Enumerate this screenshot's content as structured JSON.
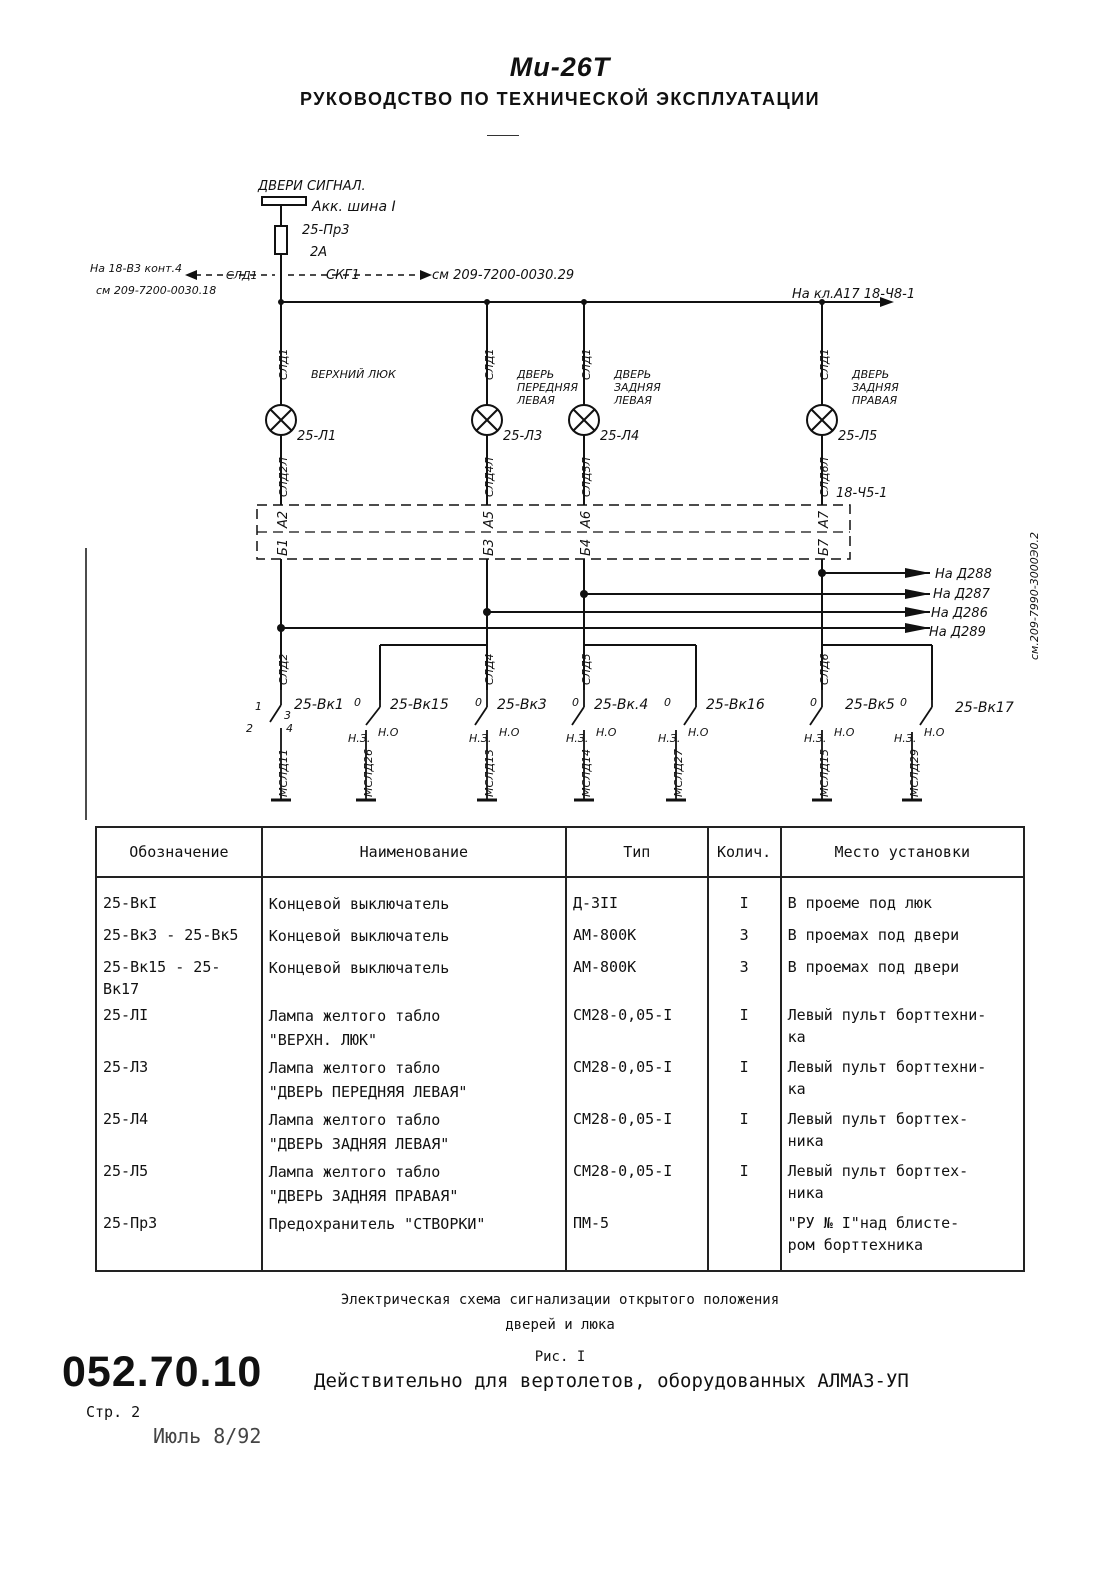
{
  "header": {
    "title": "Ми-26Т",
    "subtitle": "РУКОВОДСТВО ПО ТЕХНИЧЕСКОЙ ЭКСПЛУАТАЦИИ"
  },
  "schematic": {
    "bus_label": "ДВЕРИ СИГНАЛ.",
    "bus_sub": "Акк. шина I",
    "fuse_label": "25-Пр3",
    "fuse_rating": "2А",
    "left_ref_1": "На 18-В3 конт.4",
    "left_ref_2": "см 209-7200-0030.18",
    "wire_sld1": "СЛД1",
    "wire_skg1": "СКГ1",
    "mid_ref": "см 209-7200-0030.29",
    "right_ref": "На кл.А17 18-Ч8-1",
    "lamps": [
      {
        "name": "ВЕРХНИЙ ЛЮК",
        "id": "25-Л1",
        "wire_top": "СЛД1",
        "wire_bot": "СЛД2Л",
        "pin_a": "А2",
        "pin_b": "Б1"
      },
      {
        "name": "ДВЕРЬ ПЕРЕДНЯЯ ЛЕВАЯ",
        "id": "25-Л3",
        "wire_top": "СЛД1",
        "wire_bot": "СЛД4Л",
        "pin_a": "А5",
        "pin_b": "Б3"
      },
      {
        "name": "ДВЕРЬ ЗАДНЯЯ ЛЕВАЯ",
        "id": "25-Л4",
        "wire_top": "СЛД1",
        "wire_bot": "СЛД5Л",
        "pin_a": "А6",
        "pin_b": "Б4"
      },
      {
        "name": "ДВЕРЬ ЗАДНЯЯ ПРАВАЯ",
        "id": "25-Л5",
        "wire_top": "СЛД1",
        "wire_bot": "СЛД6Л",
        "pin_a": "А7",
        "pin_b": "Б7"
      }
    ],
    "connector_label": "18-Ч5-1",
    "outputs": [
      "На Д288",
      "На Д287",
      "На Д286",
      "На Д289"
    ],
    "vertical_ref": "см.209-7990-3000Э0.2",
    "switch_wires": [
      "СЛД2",
      "СЛД4",
      "СЛД5",
      "СЛД6"
    ],
    "switches": [
      {
        "id": "25-Вк1",
        "ground": "МСЛД11"
      },
      {
        "id": "25-Вк15",
        "ground": "МСЛД26"
      },
      {
        "id": "25-Вк3",
        "ground": "МСЛД13"
      },
      {
        "id": "25-Вк.4",
        "ground": "МСЛД14"
      },
      {
        "id": "25-Вк16",
        "ground": "МСЛД27"
      },
      {
        "id": "25-Вк5",
        "ground": "МСЛД15"
      },
      {
        "id": "25-Вк17",
        "ground": "МСЛД29"
      }
    ],
    "nc": "Н.З.",
    "no": "Н.О",
    "contact_0": "0",
    "pins": [
      "1",
      "2",
      "3",
      "4"
    ]
  },
  "table": {
    "headers": [
      "Обозначение",
      "Наименование",
      "Тип",
      "Колич.",
      "Место установки"
    ],
    "rows": [
      {
        "code": "25-ВкI",
        "name": [
          "Концевой выключатель"
        ],
        "type": "Д-3II",
        "qty": "I",
        "place": [
          "В проеме под люк"
        ]
      },
      {
        "code": "25-Вк3 - 25-Вк5",
        "name": [
          "Концевой выключатель"
        ],
        "type": "АМ-800К",
        "qty": "3",
        "place": [
          "В проемах под двери"
        ]
      },
      {
        "code": "25-Вк15 - 25-Вк17",
        "name": [
          "Концевой выключатель"
        ],
        "type": "АМ-800К",
        "qty": "3",
        "place": [
          "В проемах под двери"
        ]
      },
      {
        "code": "25-ЛI",
        "name": [
          "Лампа желтого табло",
          "\"ВЕРХН. ЛЮК\""
        ],
        "type": "СМ28-0,05-I",
        "qty": "I",
        "place": [
          "Левый пульт борттехни-",
          "ка"
        ]
      },
      {
        "code": "25-Л3",
        "name": [
          "Лампа желтого табло",
          "\"ДВЕРЬ ПЕРЕДНЯЯ ЛЕВАЯ\""
        ],
        "type": "СМ28-0,05-I",
        "qty": "I",
        "place": [
          "Левый пульт борттехни-",
          "ка"
        ]
      },
      {
        "code": "25-Л4",
        "name": [
          "Лампа желтого табло",
          "\"ДВЕРЬ ЗАДНЯЯ ЛЕВАЯ\""
        ],
        "type": "СМ28-0,05-I",
        "qty": "I",
        "place": [
          "Левый пульт борттех-",
          "ника"
        ]
      },
      {
        "code": "25-Л5",
        "name": [
          "Лампа желтого табло",
          "\"ДВЕРЬ ЗАДНЯЯ ПРАВАЯ\""
        ],
        "type": "СМ28-0,05-I",
        "qty": "I",
        "place": [
          "Левый пульт борттех-",
          "ника"
        ]
      },
      {
        "code": "25-Пр3",
        "name": [
          "Предохранитель \"СТВОРКИ\""
        ],
        "type": "ПМ-5",
        "qty": "",
        "place": [
          "\"РУ № I\"над блисте-",
          "ром борттехника"
        ]
      }
    ]
  },
  "caption": {
    "line1": "Электрическая схема сигнализации открытого положения",
    "line2": "дверей и люка",
    "fig": "Рис. I"
  },
  "footer": {
    "doc_number": "052.70.10",
    "validity": "Действительно для вертолетов, оборудованных АЛМАЗ-УП",
    "page": "Стр. 2",
    "date": "Июль 8/92"
  }
}
